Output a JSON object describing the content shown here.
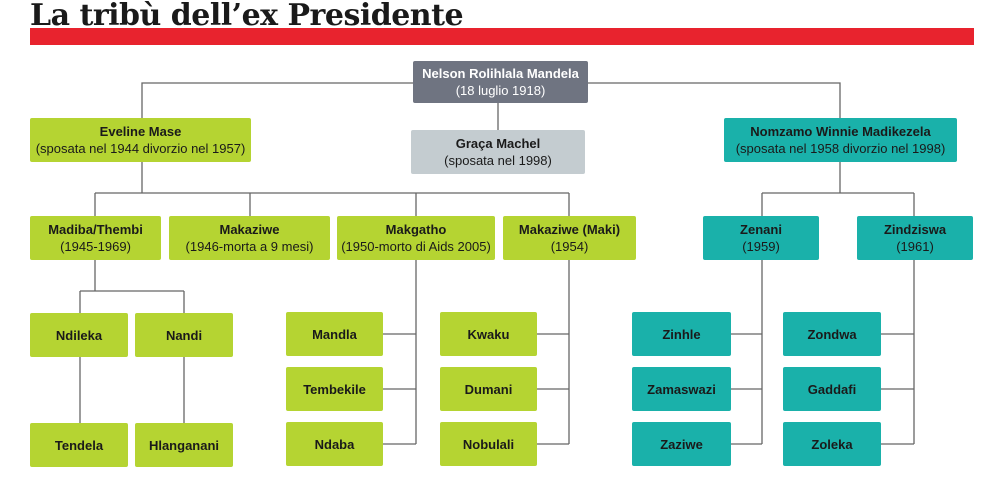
{
  "title": "La tribù dell’ex Presidente",
  "colors": {
    "accent_red": "#e8232e",
    "green": "#b5d432",
    "teal": "#1ab1aa",
    "root": "#6f7481",
    "third_wife": "#c4ccd0",
    "line": "#666666"
  },
  "root": {
    "name": "Nelson Rolihlala Mandela",
    "detail": "(18 luglio 1918)"
  },
  "wives": [
    {
      "name": "Eveline Mase",
      "detail": "(sposata nel 1944 divorzio nel 1957)"
    },
    {
      "name": "Graça Machel",
      "detail": "(sposata nel 1998)"
    },
    {
      "name": "Nomzamo Winnie Madikezela",
      "detail": "(sposata nel 1958 divorzio nel 1998)"
    }
  ],
  "children": [
    {
      "name": "Madiba/Thembi",
      "detail": "(1945-1969)"
    },
    {
      "name": "Makaziwe",
      "detail": "(1946-morta a 9 mesi)"
    },
    {
      "name": "Makgatho",
      "detail": "(1950-morto di Aids 2005)"
    },
    {
      "name": "Makaziwe (Maki)",
      "detail": "(1954)"
    },
    {
      "name": "Zenani",
      "detail": "(1959)"
    },
    {
      "name": "Zindziswa",
      "detail": "(1961)"
    }
  ],
  "grandchildren": {
    "madiba": [
      "Ndileka",
      "Nandi",
      "Tendela",
      "Hlanganani"
    ],
    "makgatho": [
      "Mandla",
      "Tembekile",
      "Ndaba"
    ],
    "maki": [
      "Kwaku",
      "Dumani",
      "Nobulali"
    ],
    "zenani": [
      "Zinhle",
      "Zamaswazi",
      "Zaziwe"
    ],
    "zindziswa": [
      "Zondwa",
      "Gaddafi",
      "Zoleka"
    ]
  }
}
